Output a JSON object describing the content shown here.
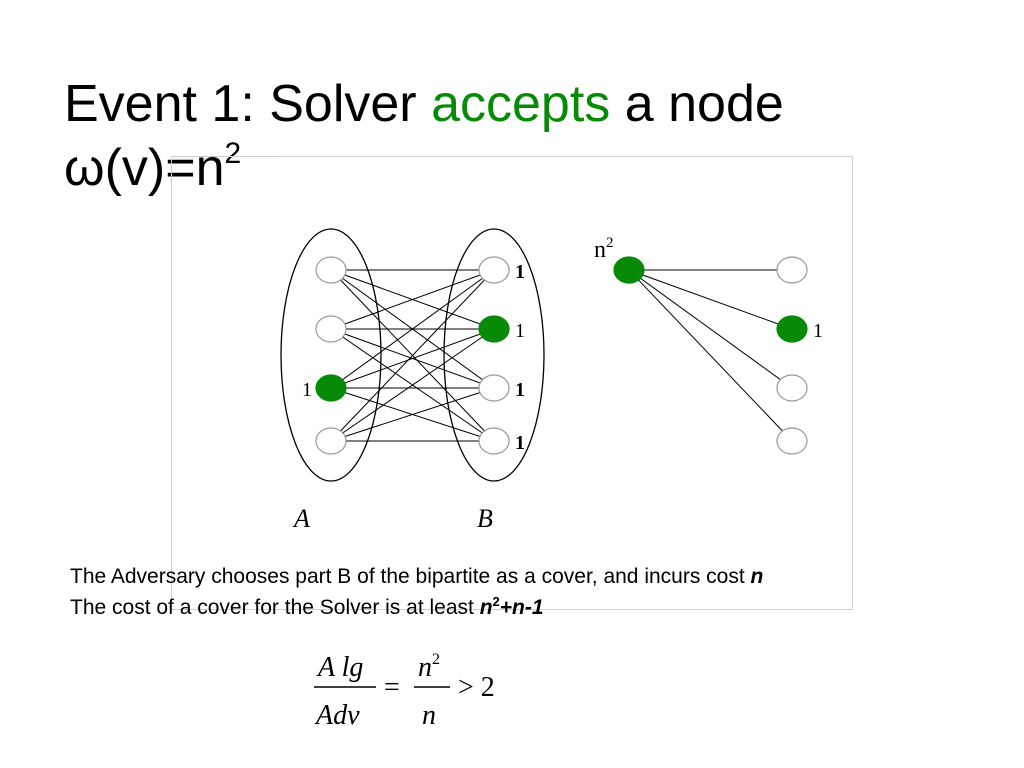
{
  "slide": {
    "title_prefix": "Event 1: Solver ",
    "title_accent": "accepts",
    "title_suffix": " a node",
    "weight_line": "ω(v)=n",
    "weight_exp": "2",
    "tiny_caption": "……………………………………………………………………"
  },
  "graph": {
    "left_part_label": "A",
    "right_part_label": "B",
    "right_node_labels": [
      "1",
      "1",
      "1",
      "1"
    ],
    "accepted_left_node_label": "1",
    "hub_label_base": "n",
    "hub_label_exp": "2",
    "star_leaf_label": "1",
    "colors": {
      "accepted_node": "#078a07",
      "accent_text": "#078a07",
      "node_fill": "#ffffff",
      "edge": "#000000"
    }
  },
  "bullets": {
    "b1_text": "The Adversary chooses part B of the bipartite as a cover, and incurs cost ",
    "b1_var": "n",
    "b2_text": "The cost of a cover for the Solver is at least ",
    "b2_var": "n",
    "b2_exp": "2",
    "b2_tail": "+n-1"
  },
  "formula": {
    "lhs_num": "A lg",
    "lhs_den": "Adv",
    "equals": "=",
    "rhs_num_base": "n",
    "rhs_num_exp": "2",
    "rhs_den": "n",
    "gt": "> 2"
  }
}
